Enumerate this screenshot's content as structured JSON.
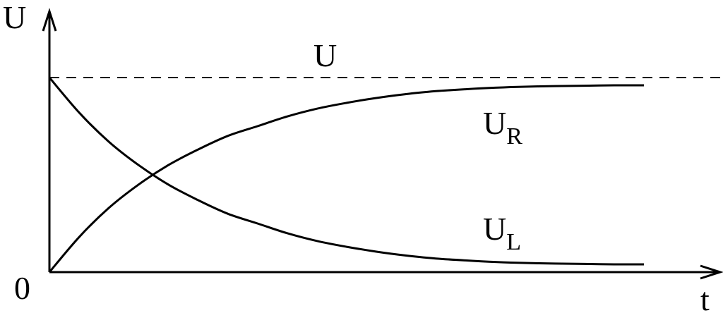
{
  "chart_data": {
    "type": "line",
    "ylabel": "U",
    "xlabel": "t",
    "origin_label": "0",
    "reference_line": {
      "label": "U",
      "value": 1.0,
      "style": "dashed"
    },
    "xlim": [
      0,
      1
    ],
    "ylim": [
      0,
      1
    ],
    "grid": false,
    "legend": "none",
    "series": [
      {
        "name": "U_R",
        "label_main": "U",
        "label_sub": "R",
        "x": [
          0,
          0.05,
          0.1,
          0.15,
          0.2,
          0.25,
          0.3,
          0.35,
          0.4,
          0.45,
          0.5,
          0.55,
          0.6,
          0.65,
          0.7,
          0.75,
          0.8,
          0.85,
          0.9,
          0.95,
          1.0
        ],
        "values": [
          0.0,
          0.18,
          0.33,
          0.45,
          0.55,
          0.63,
          0.7,
          0.75,
          0.8,
          0.84,
          0.87,
          0.895,
          0.915,
          0.93,
          0.94,
          0.948,
          0.953,
          0.956,
          0.958,
          0.96,
          0.96
        ]
      },
      {
        "name": "U_L",
        "label_main": "U",
        "label_sub": "L",
        "x": [
          0,
          0.05,
          0.1,
          0.15,
          0.2,
          0.25,
          0.3,
          0.35,
          0.4,
          0.45,
          0.5,
          0.55,
          0.6,
          0.65,
          0.7,
          0.75,
          0.8,
          0.85,
          0.9,
          0.95,
          1.0
        ],
        "values": [
          1.0,
          0.82,
          0.67,
          0.55,
          0.45,
          0.37,
          0.3,
          0.25,
          0.2,
          0.16,
          0.13,
          0.105,
          0.085,
          0.07,
          0.06,
          0.052,
          0.047,
          0.044,
          0.042,
          0.04,
          0.04
        ]
      }
    ]
  }
}
